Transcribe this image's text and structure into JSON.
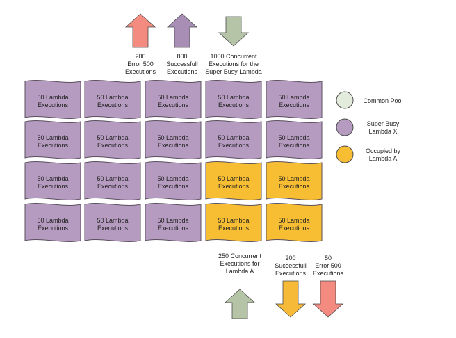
{
  "colors": {
    "purple": "#b59bc0",
    "yellow": "#f7be33",
    "pool": "#e3ebdc",
    "coral": "#f48b80",
    "arrow_purple": "#a88eb4",
    "arrow_green": "#b5c3a6",
    "arrow_yellow": "#f7b938"
  },
  "cell_text": "50 Lambda\nExecutions",
  "grid": {
    "rows": [
      [
        "purple",
        "purple",
        "purple",
        "purple",
        "purple"
      ],
      [
        "purple",
        "purple",
        "purple",
        "purple",
        "purple"
      ],
      [
        "purple",
        "purple",
        "purple",
        "yellow",
        "yellow"
      ],
      [
        "purple",
        "purple",
        "purple",
        "yellow",
        "yellow"
      ]
    ]
  },
  "top_arrows": [
    {
      "label": "200\nError 500\nExecutions",
      "direction": "up",
      "color": "coral"
    },
    {
      "label": "800\nSuccessfull\nExecutions",
      "direction": "up",
      "color": "arrow_purple"
    },
    {
      "label": "1000 Concurrent\nExecutions for the\nSuper Busy Lambda",
      "direction": "down",
      "color": "arrow_green"
    }
  ],
  "bottom_arrows": [
    {
      "label": "250 Concurrent\nExecutions for\nLambda A",
      "direction": "up",
      "color": "arrow_green"
    },
    {
      "label": "200\nSuccessfull\nExecutions",
      "direction": "down",
      "color": "arrow_yellow"
    },
    {
      "label": "50\nError 500\nExecutions",
      "direction": "down",
      "color": "coral"
    }
  ],
  "legend": [
    {
      "label": "Common Pool",
      "color": "pool"
    },
    {
      "label": "Super Busy\nLambda X",
      "color": "purple"
    },
    {
      "label": "Occupied by\nLambda A",
      "color": "yellow"
    }
  ]
}
